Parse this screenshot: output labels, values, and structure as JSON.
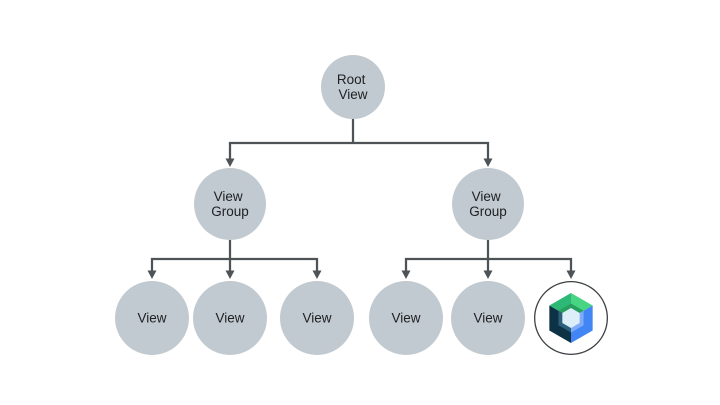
{
  "diagram": {
    "colors": {
      "background": "#FFFFFF",
      "node_fill": "#C1CAD0",
      "connector": "#4E5357",
      "text": "#202124",
      "logo_ring": "#3C4043",
      "logo_circle_fill": "#FFFFFF"
    },
    "logo_colors": {
      "green_dark": "#2EB875",
      "green_light": "#47D583",
      "blue_outer": "#4285F4",
      "blue_inner": "#7FACF9",
      "navy_outer": "#0D3145",
      "navy_inner": "#2B5F7A",
      "green_inner": "#27A05F",
      "center": "#DCEFF9"
    },
    "icons": {
      "compose_leaf": "jetpack-compose-logo-icon"
    },
    "nodes": {
      "root": {
        "line1": "Root",
        "line2": "View"
      },
      "group_left": {
        "line1": "View",
        "line2": "Group"
      },
      "group_right": {
        "line1": "View",
        "line2": "Group"
      },
      "view_1": {
        "label": "View"
      },
      "view_2": {
        "label": "View"
      },
      "view_3": {
        "label": "View"
      },
      "view_4": {
        "label": "View"
      },
      "view_5": {
        "label": "View"
      }
    }
  }
}
